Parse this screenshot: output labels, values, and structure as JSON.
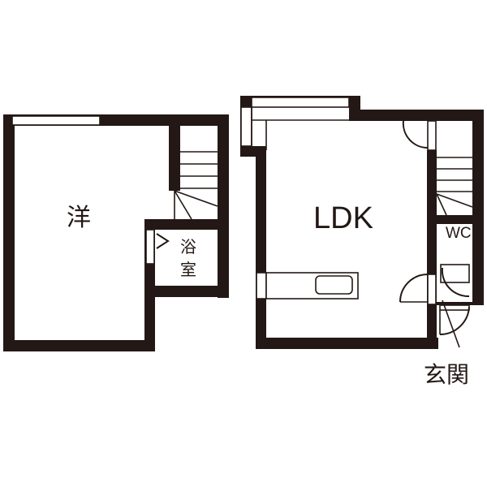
{
  "floor_plan": {
    "rooms": [
      {
        "id": "western_room",
        "label": "洋"
      },
      {
        "id": "bathroom",
        "label": "浴室"
      },
      {
        "id": "ldk",
        "label": "LDK"
      },
      {
        "id": "toilet",
        "label": "WC"
      },
      {
        "id": "entrance",
        "label": "玄関"
      }
    ],
    "labels": {
      "western_room": "洋",
      "bathroom": "浴室",
      "ldk": "LDK",
      "toilet": "WC",
      "entrance": "玄関"
    },
    "colors": {
      "wall": "#231815",
      "background": "#ffffff"
    }
  }
}
